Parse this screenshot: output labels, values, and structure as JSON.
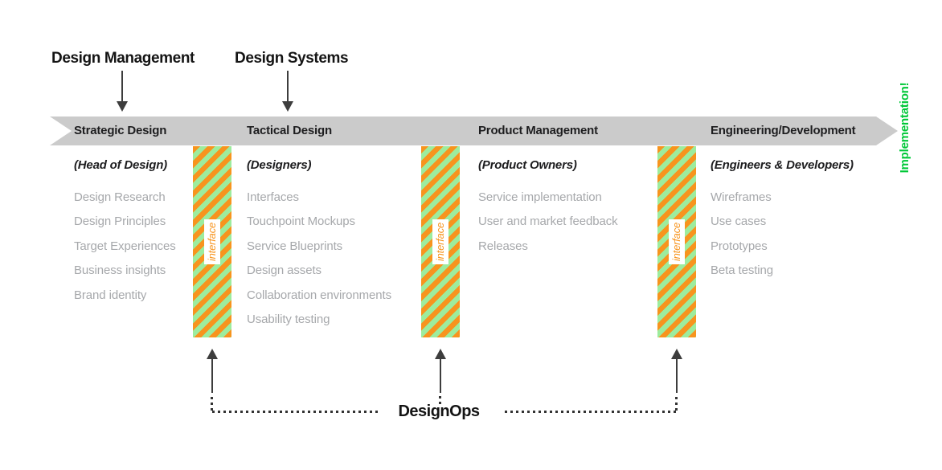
{
  "top_labels": [
    {
      "label": "Design Management"
    },
    {
      "label": "Design Systems"
    }
  ],
  "timeline": {
    "implementation_label": "Implementation!",
    "sections": [
      {
        "title": "Strategic Design",
        "subtitle": "(Head of Design)",
        "items": [
          "Design Research",
          "Design Principles",
          "Target Experiences",
          "Business insights",
          "Brand identity"
        ]
      },
      {
        "title": "Tactical Design",
        "subtitle": "(Designers)",
        "items": [
          "Interfaces",
          "Touchpoint Mockups",
          "Service Blueprints",
          "Design assets",
          "Collaboration environments",
          "Usability testing"
        ]
      },
      {
        "title": "Product Management",
        "subtitle": "(Product Owners)",
        "items": [
          "Service implementation",
          "User and market feedback",
          "Releases"
        ]
      },
      {
        "title": "Engineering/Development",
        "subtitle": "(Engineers & Developers)",
        "items": [
          "Wireframes",
          "Use cases",
          "Prototypes",
          "Beta testing"
        ]
      }
    ]
  },
  "interface_bars": {
    "label": "interface",
    "count": 3
  },
  "designops": {
    "label": "DesignOps"
  },
  "icons": {
    "down-arrow": "↓",
    "up-arrow": "↑"
  },
  "colors": {
    "bar_gray": "#cbcbcb",
    "stripe_orange": "#f7941e",
    "stripe_green": "#9dec9d",
    "implementation_green": "#00c838",
    "list_text_gray": "#a6a8ab",
    "heading_black": "#141414",
    "arrow_dark": "#3d3d3d"
  }
}
